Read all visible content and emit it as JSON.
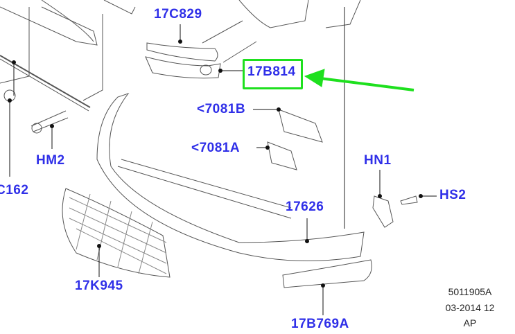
{
  "labels": {
    "c162": "C162",
    "hm2": "HM2",
    "p17c829": "17C829",
    "p17b814": "17B814",
    "p7081b": "<7081B",
    "p7081a": "<7081A",
    "hn1": "HN1",
    "hs2": "HS2",
    "p17626": "17626",
    "p17k945": "17K945",
    "p17b769a": "17B769A"
  },
  "reference": {
    "code": "5011905A",
    "date": "03-2014 12",
    "region": "AP"
  },
  "colors": {
    "label": "#2f2fe8",
    "highlight": "#1ee01e"
  }
}
